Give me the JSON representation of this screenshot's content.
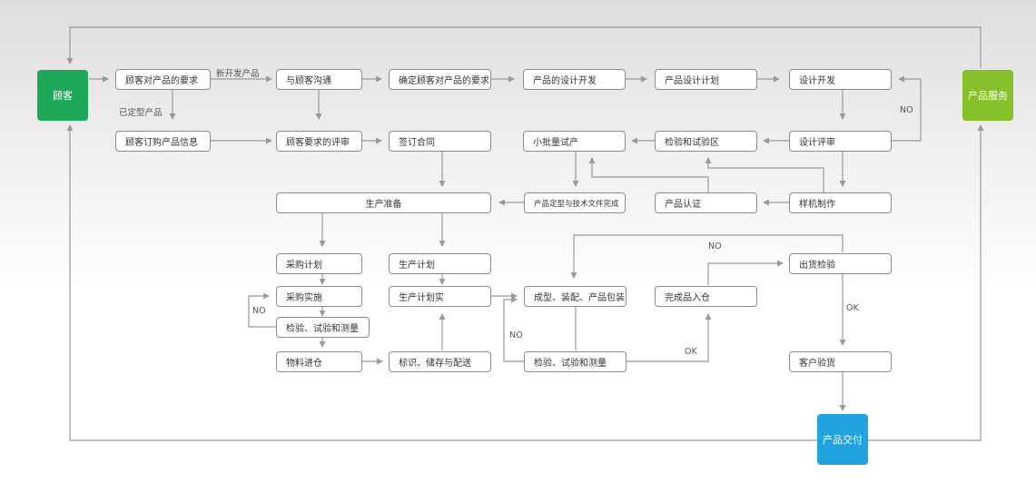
{
  "colors": {
    "customer": "#1fa85c",
    "service": "#86c129",
    "delivery": "#22a3e0",
    "wire": "#9a9a9a"
  },
  "endpoints": {
    "customer": "顾客",
    "service": "产品服务",
    "delivery": "产品交付"
  },
  "boxes": {
    "b01": "顾客对产品的要求",
    "b02": "与顾客沟通",
    "b03": "确定顾客对产品的要求",
    "b04": "产品的设计开发",
    "b05": "产品设计计划",
    "b06": "设计开发",
    "b07": "顾客订购产品信息",
    "b08": "顾客要求的评审",
    "b09": "签订合同",
    "b10": "小批量试产",
    "b11": "检验和试验区",
    "b12": "设计评审",
    "b13": "生产准备",
    "b14": "产品定型与技术文件完成",
    "b15": "产品认证",
    "b16": "样机制作",
    "b17": "采购计划",
    "b18": "生产计划",
    "b19": "出货检验",
    "b20": "采购实施",
    "b21": "生产计划实",
    "b22": "成型、装配、产品包装",
    "b23": "完成品入仓",
    "b24": "检验、试验和测量",
    "b25": "物料进仓",
    "b26": "标识、储存与配送",
    "b27": "检验、试验和测量",
    "b28": "客户验货"
  },
  "labels": {
    "new_product": "新开发产品",
    "existing_product": "已定型产品",
    "no_design": "NO",
    "no_ship": "NO",
    "ok_ship": "OK",
    "no_purchase": "NO",
    "no_production": "NO",
    "ok_production": "OK"
  }
}
